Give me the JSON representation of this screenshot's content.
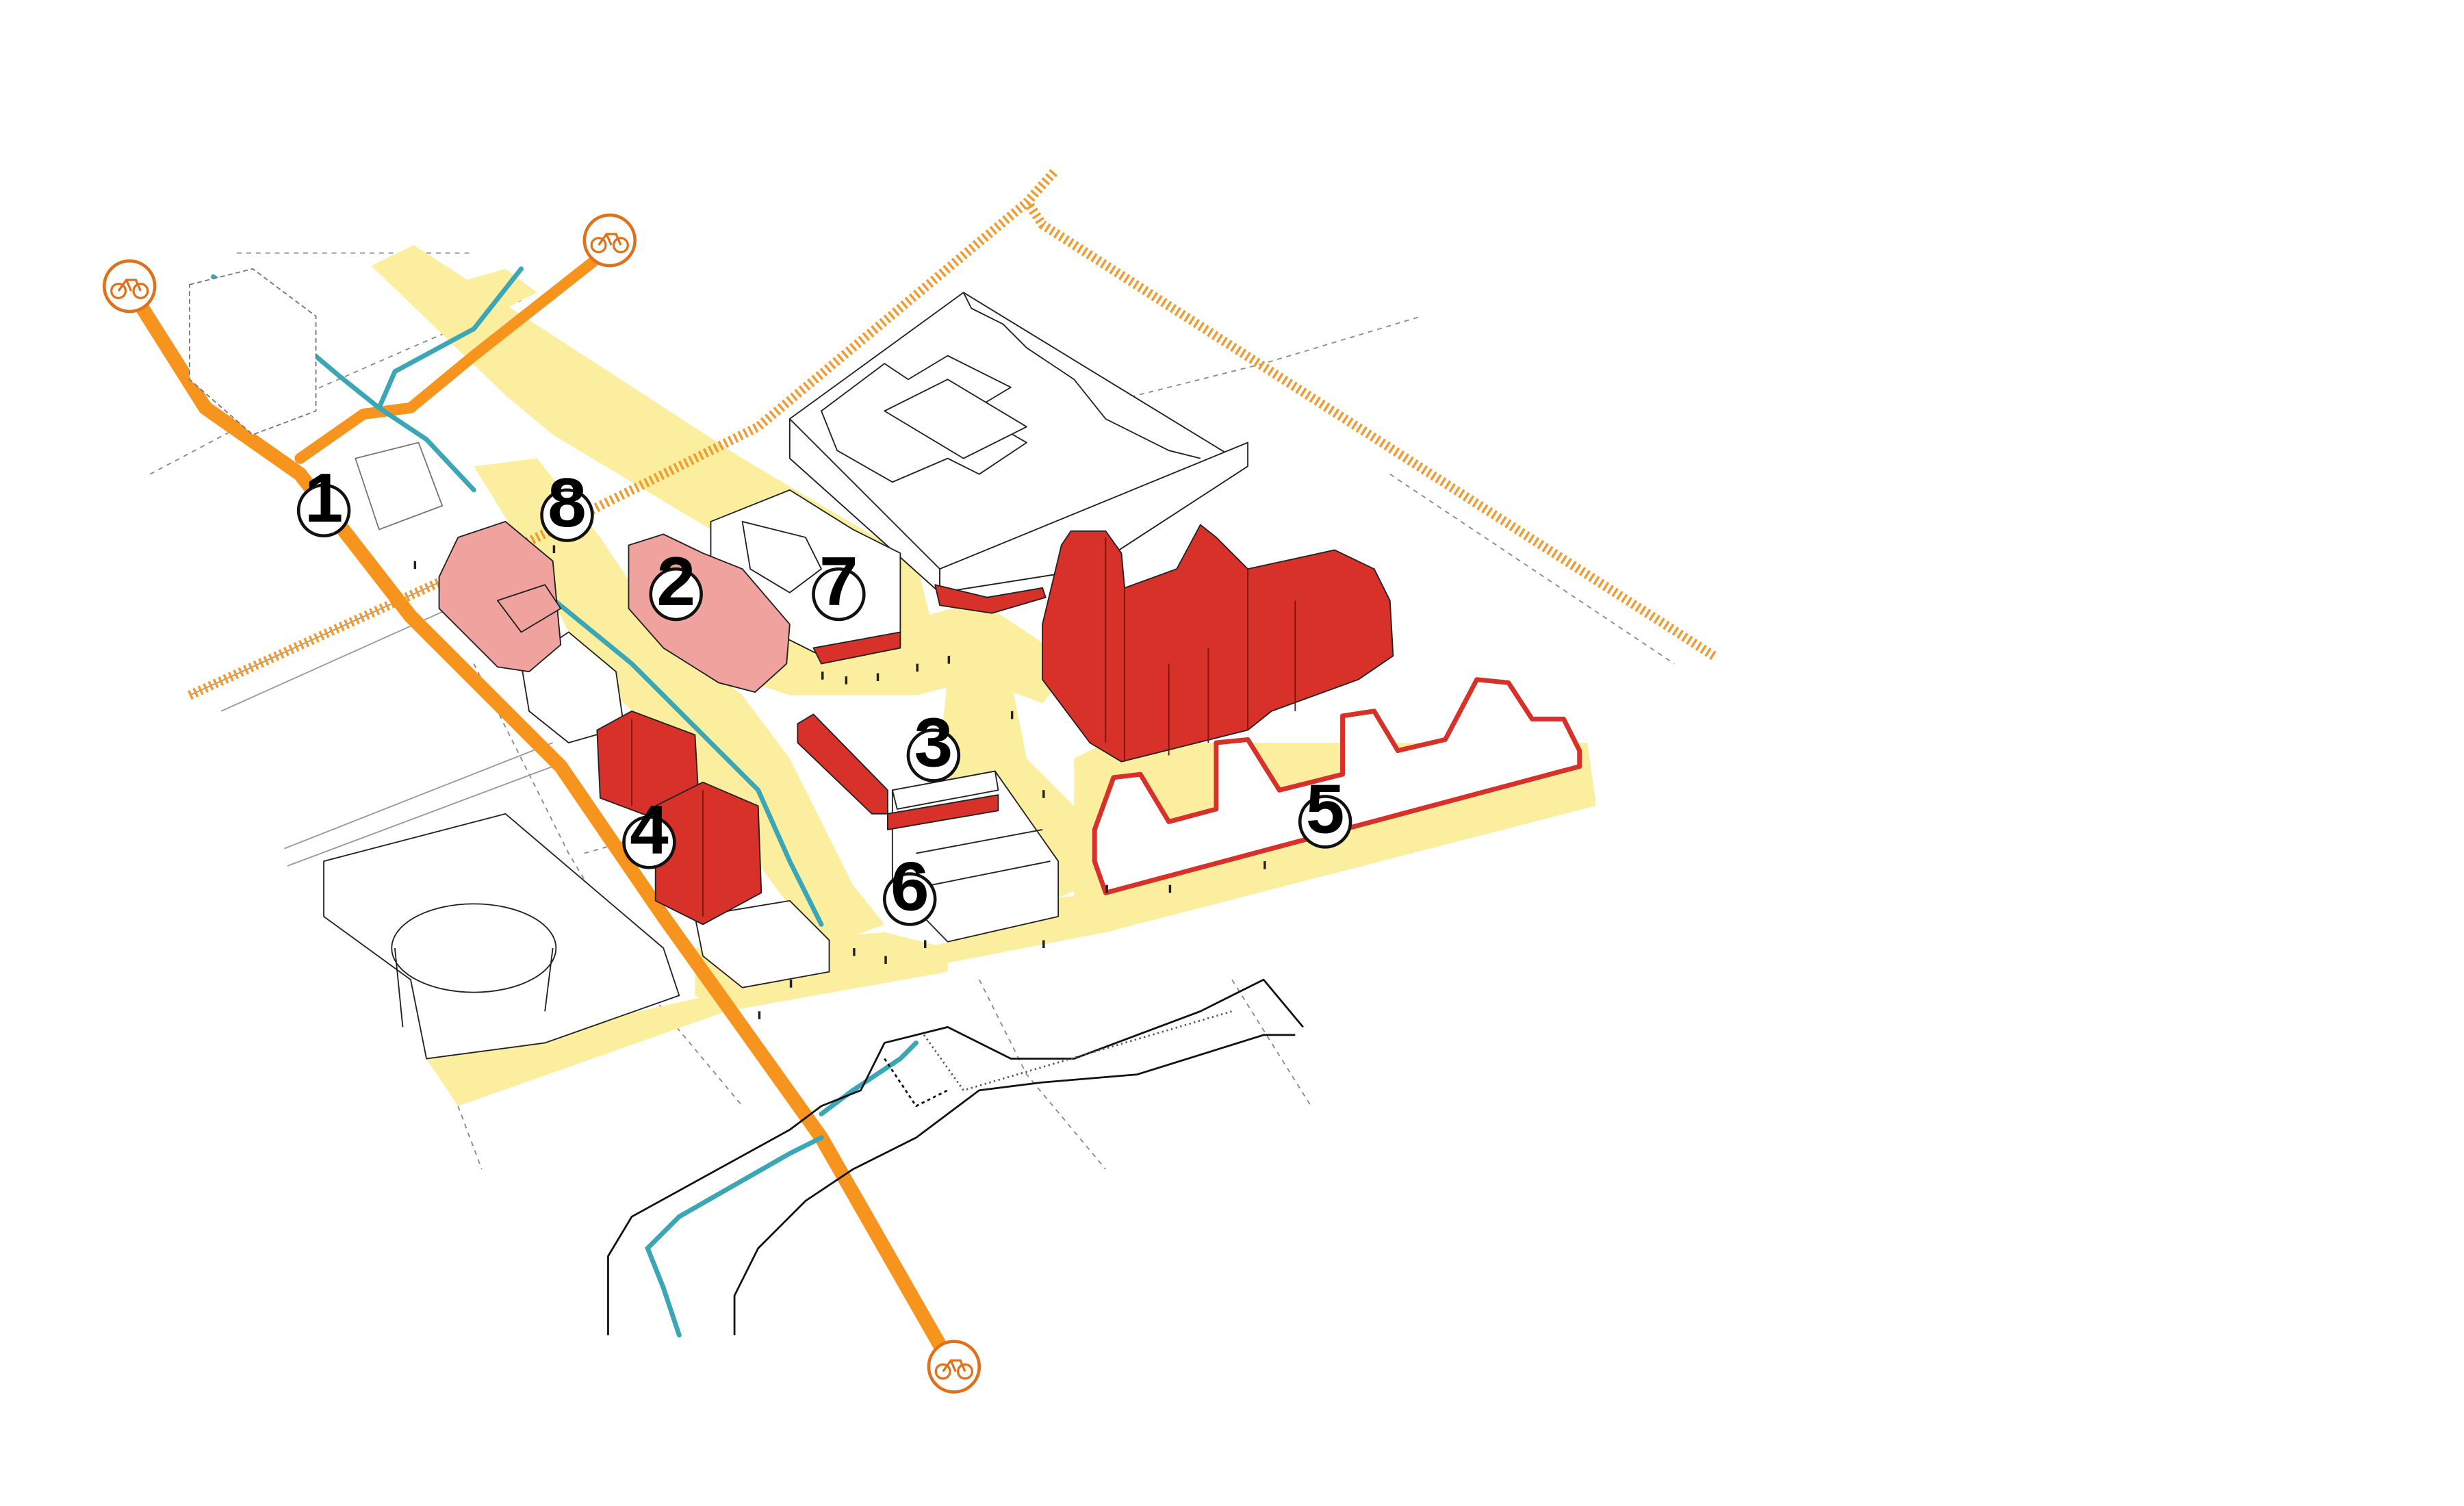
{
  "title": "",
  "colors": {
    "background": "#ffffff",
    "pedestrian_zone": "#fbef9f",
    "bike_route": "#f7941d",
    "bike_icon": "#e0701a",
    "rail_dashed": "#f29a2e",
    "water_line": "#3aa6b6",
    "highlight_building": "#d7312a",
    "highlight_building_light": "#f0a29e",
    "outline": "#111111",
    "context_line": "#777777"
  },
  "markers": [
    {
      "id": "1",
      "label": "1"
    },
    {
      "id": "2",
      "label": "2"
    },
    {
      "id": "3",
      "label": "3"
    },
    {
      "id": "4",
      "label": "4"
    },
    {
      "id": "5",
      "label": "5"
    },
    {
      "id": "6",
      "label": "6"
    },
    {
      "id": "7",
      "label": "7"
    },
    {
      "id": "8",
      "label": "8"
    }
  ],
  "bike_icons": [
    {
      "icon": "bicycle-icon"
    },
    {
      "icon": "bicycle-icon"
    },
    {
      "icon": "bicycle-icon"
    }
  ]
}
